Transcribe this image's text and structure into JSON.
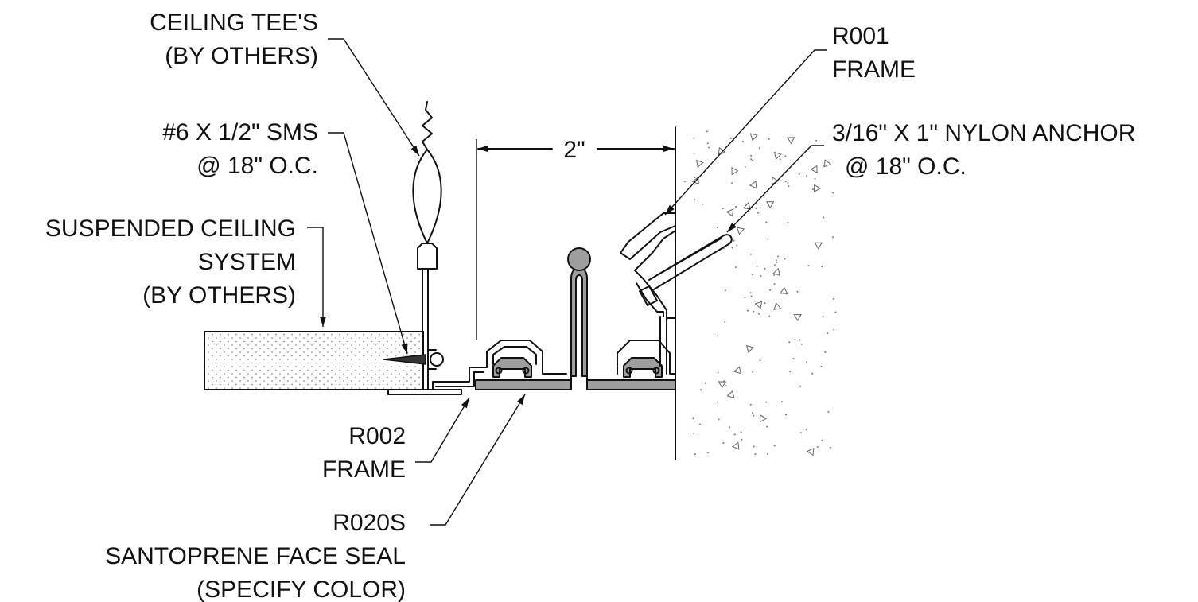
{
  "labels": {
    "ceiling_tees": [
      "CEILING TEE'S",
      "(BY OTHERS)"
    ],
    "sms": [
      "#6 X 1/2\" SMS",
      "@ 18\" O.C."
    ],
    "suspended_ceiling": [
      "SUSPENDED CEILING",
      "SYSTEM",
      "(BY OTHERS)"
    ],
    "r002": [
      "R002",
      "FRAME"
    ],
    "r020s": [
      "R020S",
      "SANTOPRENE FACE SEAL",
      "(SPECIFY COLOR)"
    ],
    "r001": [
      "R001",
      "FRAME"
    ],
    "anchor": [
      "3/16\" X 1\" NYLON ANCHOR",
      "@ 18\" O.C."
    ],
    "dimension": "2\""
  }
}
